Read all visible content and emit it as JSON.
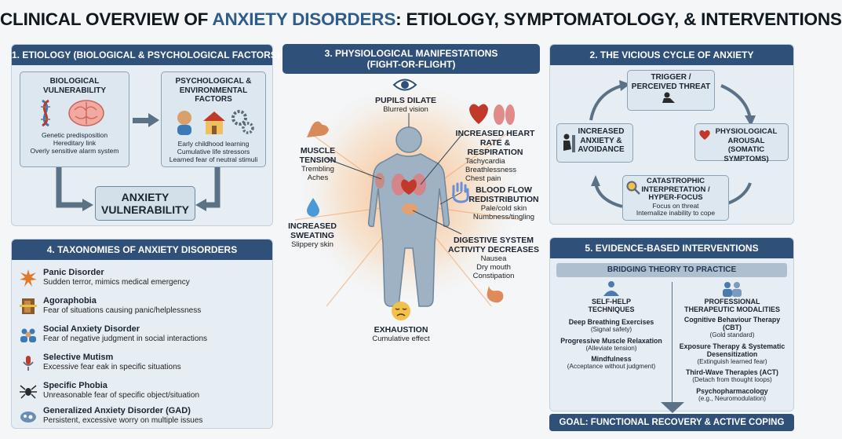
{
  "title": {
    "part1": "CLINICAL OVERVIEW OF ",
    "accent": "ANXIETY DISORDERS",
    "part2": ": ETIOLOGY, SYMPTOMATOLOGY, & INTERVENTIONS"
  },
  "etiology": {
    "header": "1. ETIOLOGY (BIOLOGICAL & PSYCHOLOGICAL FACTORS)",
    "bio_title": "BIOLOGICAL\nVULNERABILITY",
    "bio_lines": [
      "Genetic predisposition",
      "Hereditary link",
      "Overly sensitive alarm system"
    ],
    "psy_title": "PSYCHOLOGICAL &\nENVIRONMENTAL FACTORS",
    "psy_lines": [
      "Early childhood learning",
      "Cumulative life stressors",
      "Learned fear of neutral stimuli"
    ],
    "result": "ANXIETY\nVULNERABILITY"
  },
  "physio": {
    "header": "3. PHYSIOLOGICAL MANIFESTATIONS\n(FIGHT-OR-FLIGHT)",
    "pupils": {
      "h": "PUPILS DILATE",
      "s": "Blurred vision"
    },
    "heart": {
      "h": "INCREASED HEART\nRATE & RESPIRATION",
      "s": "Tachycardia\nBreathlessness\nChest pain"
    },
    "muscle": {
      "h": "MUSCLE\nTENSION",
      "s": "Trembling\nAches"
    },
    "blood": {
      "h": "BLOOD FLOW\nREDISTRIBUTION",
      "s": "Pale/cold skin\nNumbness/tingling"
    },
    "sweat": {
      "h": "INCREASED\nSWEATING",
      "s": "Slippery skin"
    },
    "digest": {
      "h": "DIGESTIVE SYSTEM\nACTIVITY DECREASES",
      "s": "Nausea\nDry mouth\nConstipation"
    },
    "exhaust": {
      "h": "EXHAUSTION",
      "s": "Cumulative effect"
    }
  },
  "cycle": {
    "header": "2. THE VICIOUS CYCLE OF ANXIETY",
    "trigger": "TRIGGER /\nPERCEIVED THREAT",
    "arousal": "PHYSIOLOGICAL\nAROUSAL\n(SOMATIC SYMPTOMS)",
    "catas_title": "CATASTROPHIC\nINTERPRETATION /\nHYPER-FOCUS",
    "catas_sub": "Focus on threat\nInternalize inability to cope",
    "avoid": "INCREASED\nANXIETY &\nAVOIDANCE"
  },
  "taxonomy": {
    "header": "4. TAXONOMIES OF ANXIETY DISORDERS",
    "items": [
      {
        "name": "Panic Disorder",
        "desc": "Sudden terror, mimics medical emergency",
        "icon": "burst-icon"
      },
      {
        "name": "Agoraphobia",
        "desc": "Fear of situations causing panic/helplessness",
        "icon": "door-icon"
      },
      {
        "name": "Social Anxiety Disorder",
        "desc": "Fear of negative judgment in social interactions",
        "icon": "people-icon"
      },
      {
        "name": "Selective Mutism",
        "desc": "Excessive fear eak in specific situations",
        "icon": "muted-mic-icon"
      },
      {
        "name": "Specific Phobia",
        "desc": "Unreasonable fear of specific object/situation",
        "icon": "spider-icon"
      },
      {
        "name": "Generalized Anxiety Disorder (GAD)",
        "desc": "Persistent, excessive worry on multiple issues",
        "icon": "cloud-icon"
      }
    ]
  },
  "interventions": {
    "header": "5. EVIDENCE-BASED INTERVENTIONS",
    "bridge": "BRIDGING THEORY TO PRACTICE",
    "self_title": "SELF-HELP\nTECHNIQUES",
    "self_items": [
      {
        "t": "Deep Breathing Exercises",
        "s": "(Signal safety)"
      },
      {
        "t": "Progressive Muscle Relaxation",
        "s": "(Alleviate tension)"
      },
      {
        "t": "Mindfulness",
        "s": "(Acceptance without judgment)"
      }
    ],
    "pro_title": "PROFESSIONAL\nTHERAPEUTIC MODALITIES",
    "pro_items": [
      {
        "t": "Cognitive Behaviour Therapy (CBT)",
        "s": "(Gold standard)"
      },
      {
        "t": "Exposure Therapy & Systematic\nDesensitization",
        "s": "(Extinguish learned fear)"
      },
      {
        "t": "Third-Wave Therapies (ACT)",
        "s": "(Detach from thought loops)"
      },
      {
        "t": "Psychopharmacology",
        "s": "(e.g., Neuromodulation)"
      }
    ],
    "goal": "GOAL: FUNCTIONAL RECOVERY & ACTIVE COPING"
  },
  "colors": {
    "header": "#2f5078",
    "accent": "#2f5d8a",
    "panel": "#e6edf3",
    "glow": "#f6b07a"
  }
}
